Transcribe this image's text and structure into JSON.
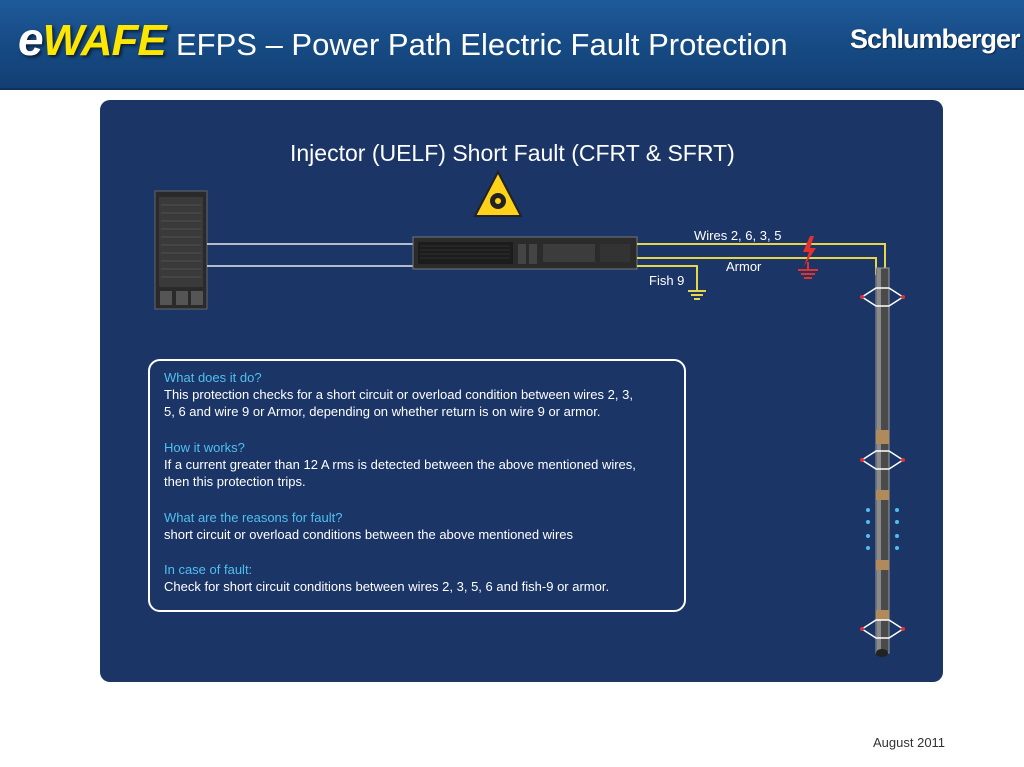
{
  "header": {
    "logo_e": "e",
    "logo_wafe": "WAFE",
    "title": "EFPS – Power Path Electric Fault Protection",
    "company": "Schlumberger"
  },
  "diagram": {
    "title": "Injector (UELF) Short Fault (CFRT & SFRT)",
    "wires_label": "Wires 2, 6, 3, 5",
    "armor_label": "Armor",
    "fish_label": "Fish 9"
  },
  "info": {
    "q1": "What does it do?",
    "a1_line1": "This protection checks for a short circuit or overload condition between wires 2, 3,",
    "a1_line2": "5, 6 and wire 9 or Armor, depending on whether return is on wire 9 or armor.",
    "q2": "How it works?",
    "a2_line1": "If a current greater than 12 A rms is detected between the above mentioned wires,",
    "a2_line2": "then this protection trips.",
    "q3": "What are the reasons for fault?",
    "a3_line1": "short circuit or overload conditions between the above mentioned wires",
    "q4": "In case of fault:",
    "a4_line1": "Check for short circuit conditions between wires 2, 3, 5, 6 and fish-9 or armor."
  },
  "footer": {
    "date": "August 2011"
  },
  "colors": {
    "header": "#174c86",
    "panel": "#1b3567",
    "question": "#4fc0f0",
    "wire_yellow": "#e8d64a",
    "fault_red": "#e53030",
    "warning_yellow": "#ffd21a"
  }
}
